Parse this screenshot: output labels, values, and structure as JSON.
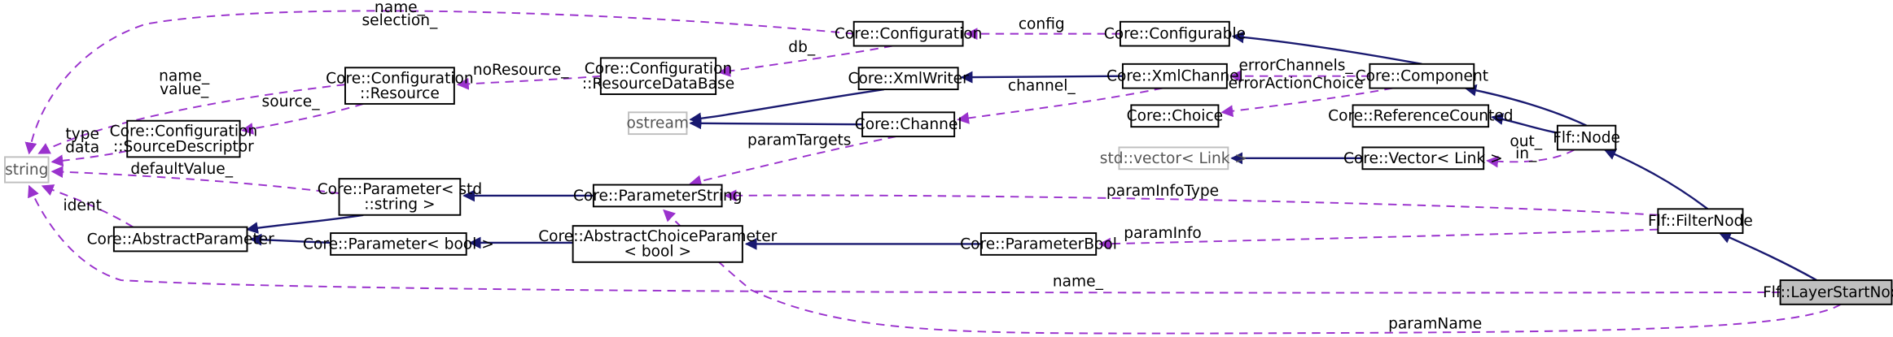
{
  "colors": {
    "inheritance": "#191970",
    "usage": "#9a32cd",
    "focus_fill": "#bfbfbf",
    "external_border": "#bfbfbf"
  },
  "nodes": [
    {
      "id": "string",
      "lines": [
        "string"
      ],
      "kind": "external"
    },
    {
      "id": "configuration",
      "lines": [
        "Core::Configuration"
      ],
      "kind": "class"
    },
    {
      "id": "configurable",
      "lines": [
        "Core::Configurable"
      ],
      "kind": "class"
    },
    {
      "id": "resourcedb",
      "lines": [
        "Core::Configuration",
        "::ResourceDataBase"
      ],
      "kind": "class"
    },
    {
      "id": "resource",
      "lines": [
        "Core::Configuration",
        "::Resource"
      ],
      "kind": "class"
    },
    {
      "id": "xmlwriter",
      "lines": [
        "Core::XmlWriter"
      ],
      "kind": "class"
    },
    {
      "id": "xmlchannel",
      "lines": [
        "Core::XmlChannel"
      ],
      "kind": "class"
    },
    {
      "id": "component",
      "lines": [
        "Core::Component"
      ],
      "kind": "class"
    },
    {
      "id": "ostream",
      "lines": [
        "ostream"
      ],
      "kind": "external"
    },
    {
      "id": "channel",
      "lines": [
        "Core::Channel"
      ],
      "kind": "class"
    },
    {
      "id": "choice",
      "lines": [
        "Core::Choice"
      ],
      "kind": "class"
    },
    {
      "id": "refcounted",
      "lines": [
        "Core::ReferenceCounted"
      ],
      "kind": "class"
    },
    {
      "id": "sourcedesc",
      "lines": [
        "Core::Configuration",
        "::SourceDescriptor"
      ],
      "kind": "class"
    },
    {
      "id": "node",
      "lines": [
        "Flf::Node"
      ],
      "kind": "class"
    },
    {
      "id": "stdvector",
      "lines": [
        "std::vector< Link >"
      ],
      "kind": "external"
    },
    {
      "id": "corevector",
      "lines": [
        "Core::Vector< Link >"
      ],
      "kind": "class"
    },
    {
      "id": "paramstd",
      "lines": [
        "Core::Parameter< std",
        "::string >"
      ],
      "kind": "class"
    },
    {
      "id": "paramstring",
      "lines": [
        "Core::ParameterString"
      ],
      "kind": "class"
    },
    {
      "id": "filternode",
      "lines": [
        "Flf::FilterNode"
      ],
      "kind": "class"
    },
    {
      "id": "abstractparam",
      "lines": [
        "Core::AbstractParameter"
      ],
      "kind": "class"
    },
    {
      "id": "parambool",
      "lines": [
        "Core::Parameter< bool >"
      ],
      "kind": "class"
    },
    {
      "id": "abstractchoice",
      "lines": [
        "Core::AbstractChoiceParameter",
        "< bool >"
      ],
      "kind": "class"
    },
    {
      "id": "coreparambool",
      "lines": [
        "Core::ParameterBool"
      ],
      "kind": "class"
    },
    {
      "id": "layerstart",
      "lines": [
        "Flf::LayerStartNode"
      ],
      "kind": "focus"
    }
  ],
  "edges": [
    {
      "from": "configuration",
      "to": "string",
      "kind": "usage",
      "label": [
        "name_",
        "selection_"
      ]
    },
    {
      "from": "configurable",
      "to": "configuration",
      "kind": "usage",
      "label": [
        "config"
      ]
    },
    {
      "from": "configuration",
      "to": "resourcedb",
      "kind": "usage",
      "label": [
        "db_"
      ]
    },
    {
      "from": "resourcedb",
      "to": "resource",
      "kind": "usage",
      "label": [
        "noResource_"
      ]
    },
    {
      "from": "resource",
      "to": "string",
      "kind": "usage",
      "label": [
        "name_",
        "value_"
      ]
    },
    {
      "from": "resource",
      "to": "sourcedesc",
      "kind": "usage",
      "label": [
        "source_"
      ]
    },
    {
      "from": "sourcedesc",
      "to": "string",
      "kind": "usage",
      "label": [
        "type",
        "data"
      ]
    },
    {
      "from": "component",
      "to": "configurable",
      "kind": "inherit",
      "label": []
    },
    {
      "from": "xmlchannel",
      "to": "xmlwriter",
      "kind": "inherit",
      "label": []
    },
    {
      "from": "component",
      "to": "xmlchannel",
      "kind": "usage",
      "label": [
        "errorChannels_"
      ]
    },
    {
      "from": "component",
      "to": "choice",
      "kind": "usage",
      "label": [
        "errorActionChoice"
      ]
    },
    {
      "from": "xmlchannel",
      "to": "channel",
      "kind": "usage",
      "label": [
        "channel_"
      ]
    },
    {
      "from": "xmlwriter",
      "to": "ostream",
      "kind": "inherit",
      "label": []
    },
    {
      "from": "channel",
      "to": "ostream",
      "kind": "inherit",
      "label": []
    },
    {
      "from": "channel",
      "to": "paramstring",
      "kind": "usage",
      "label": [
        "paramTargets"
      ]
    },
    {
      "from": "node",
      "to": "component",
      "kind": "inherit",
      "label": []
    },
    {
      "from": "node",
      "to": "refcounted",
      "kind": "inherit",
      "label": []
    },
    {
      "from": "corevector",
      "to": "stdvector",
      "kind": "inherit",
      "label": []
    },
    {
      "from": "node",
      "to": "corevector",
      "kind": "usage",
      "label": [
        "out_",
        "in_"
      ]
    },
    {
      "from": "paramstd",
      "to": "string",
      "kind": "usage",
      "label": [
        "defaultValue_"
      ]
    },
    {
      "from": "paramstring",
      "to": "paramstd",
      "kind": "inherit",
      "label": []
    },
    {
      "from": "paramstd",
      "to": "abstractparam",
      "kind": "inherit",
      "label": []
    },
    {
      "from": "abstractparam",
      "to": "string",
      "kind": "usage",
      "label": [
        "ident"
      ]
    },
    {
      "from": "parambool",
      "to": "abstractparam",
      "kind": "inherit",
      "label": []
    },
    {
      "from": "abstractchoice",
      "to": "parambool",
      "kind": "inherit",
      "label": []
    },
    {
      "from": "coreparambool",
      "to": "abstractchoice",
      "kind": "inherit",
      "label": []
    },
    {
      "from": "filternode",
      "to": "node",
      "kind": "inherit",
      "label": []
    },
    {
      "from": "filternode",
      "to": "paramstring",
      "kind": "usage",
      "label": [
        "paramInfoType"
      ]
    },
    {
      "from": "filternode",
      "to": "coreparambool",
      "kind": "usage",
      "label": [
        "paramInfo"
      ]
    },
    {
      "from": "layerstart",
      "to": "filternode",
      "kind": "inherit",
      "label": []
    },
    {
      "from": "layerstart",
      "to": "string",
      "kind": "usage",
      "label": [
        "name_"
      ]
    },
    {
      "from": "layerstart",
      "to": "paramstring",
      "kind": "usage",
      "label": [
        "paramName"
      ]
    }
  ]
}
